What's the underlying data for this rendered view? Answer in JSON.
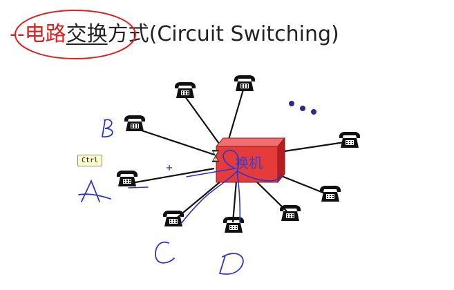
{
  "title": {
    "prefix": "--",
    "highlight": "电路",
    "underlined": "交换",
    "suffix": "方式(Circuit Switching)"
  },
  "switch_label": "换机",
  "ctrl_badge": "Ctrl",
  "annotations": {
    "A": "A",
    "B": "B",
    "C": "C",
    "D": "D",
    "plus": "+"
  },
  "colors": {
    "title_red": "#e01e1e",
    "switch_fill": "#e53b3b",
    "switch_dark": "#b51f1f",
    "ink_blue": "#2b35c8",
    "line": "#111111",
    "phone": "#111111"
  },
  "icons": {
    "phone": "telephone-icon",
    "hourglass": "hourglass-icon",
    "ellipsis": "more-dots-icon"
  }
}
